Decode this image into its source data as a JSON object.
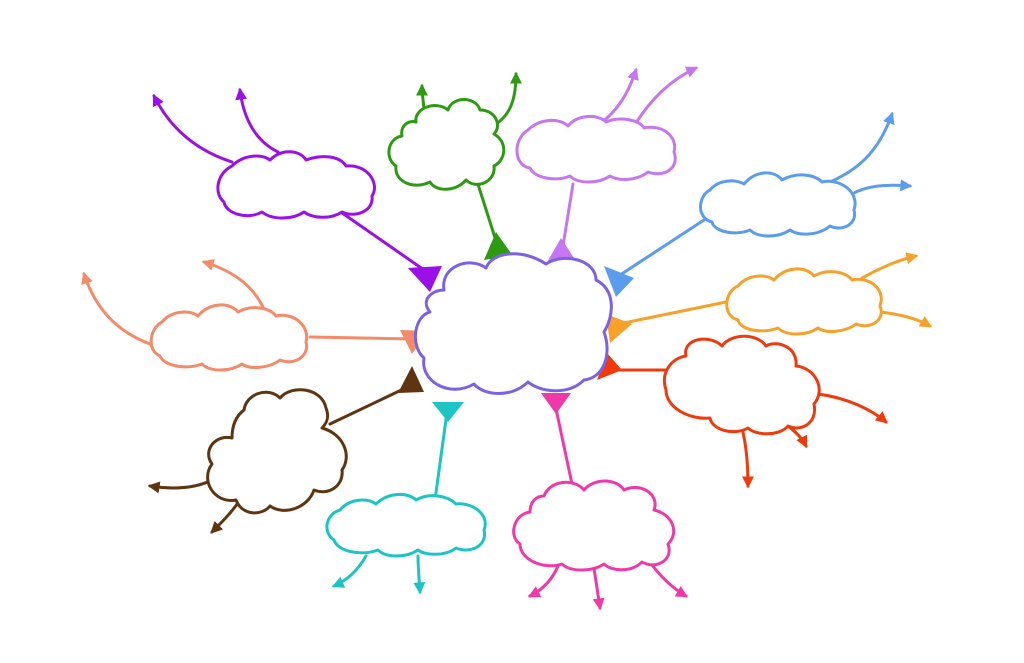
{
  "diagram": {
    "central_node": {
      "label": "",
      "color": "#7b61e8"
    },
    "branches": [
      {
        "id": "purple",
        "label": "",
        "color": "#9b10e8",
        "subtopics": [
          "",
          ""
        ]
      },
      {
        "id": "green",
        "label": "",
        "color": "#2e9a12",
        "subtopics": [
          "",
          ""
        ]
      },
      {
        "id": "lilac",
        "label": "",
        "color": "#c676f0",
        "subtopics": [
          "",
          ""
        ]
      },
      {
        "id": "blue",
        "label": "",
        "color": "#5b9cef",
        "subtopics": [
          "",
          ""
        ]
      },
      {
        "id": "orange",
        "label": "",
        "color": "#f7a02a",
        "subtopics": [
          "",
          ""
        ]
      },
      {
        "id": "red",
        "label": "",
        "color": "#f03a0c",
        "subtopics": [
          "",
          "",
          ""
        ]
      },
      {
        "id": "pink",
        "label": "",
        "color": "#f038a8",
        "subtopics": [
          "",
          "",
          ""
        ]
      },
      {
        "id": "cyan",
        "label": "",
        "color": "#1cc4c4",
        "subtopics": [
          "",
          ""
        ]
      },
      {
        "id": "brown",
        "label": "",
        "color": "#5e3510",
        "subtopics": [
          "",
          ""
        ]
      },
      {
        "id": "salmon",
        "label": "",
        "color": "#f48a68",
        "subtopics": [
          "",
          ""
        ]
      }
    ]
  }
}
